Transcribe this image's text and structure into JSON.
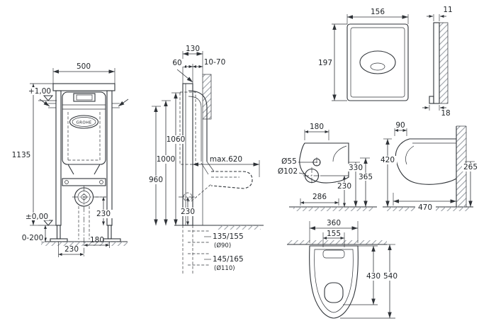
{
  "brand": "GROHE",
  "frame_front": {
    "width": "500",
    "height": "1135",
    "level_top": "+1,00",
    "level_floor": "±0,00",
    "outlet_height": "230",
    "dim_180": "180",
    "dim_230": "230",
    "feet_range": "0-200"
  },
  "frame_side": {
    "dim_130": "130",
    "dim_60": "60",
    "wall_range": "10-70",
    "dim_1060": "1060",
    "dim_1000": "1000",
    "dim_960": "960",
    "max_depth": "max.620",
    "outlet_height": "230",
    "drain_a": "135/155",
    "drain_a_dia": "(Ø90)",
    "drain_b": "145/165",
    "drain_b_dia": "(Ø110)"
  },
  "plate": {
    "width": "156",
    "height": "197",
    "depth": "11",
    "bottom_depth": "18"
  },
  "wc_mount": {
    "dim_180": "180",
    "supply_dia": "Ø55",
    "drain_dia": "Ø102",
    "dim_330": "330",
    "dim_365": "365",
    "dim_230": "230",
    "dim_286": "286"
  },
  "wc_profile": {
    "dim_90": "90",
    "height_420": "420",
    "dim_265": "265",
    "depth_470": "470"
  },
  "wc_top": {
    "width_360": "360",
    "flush_width_155": "155",
    "depth_430": "430",
    "depth_540": "540"
  }
}
